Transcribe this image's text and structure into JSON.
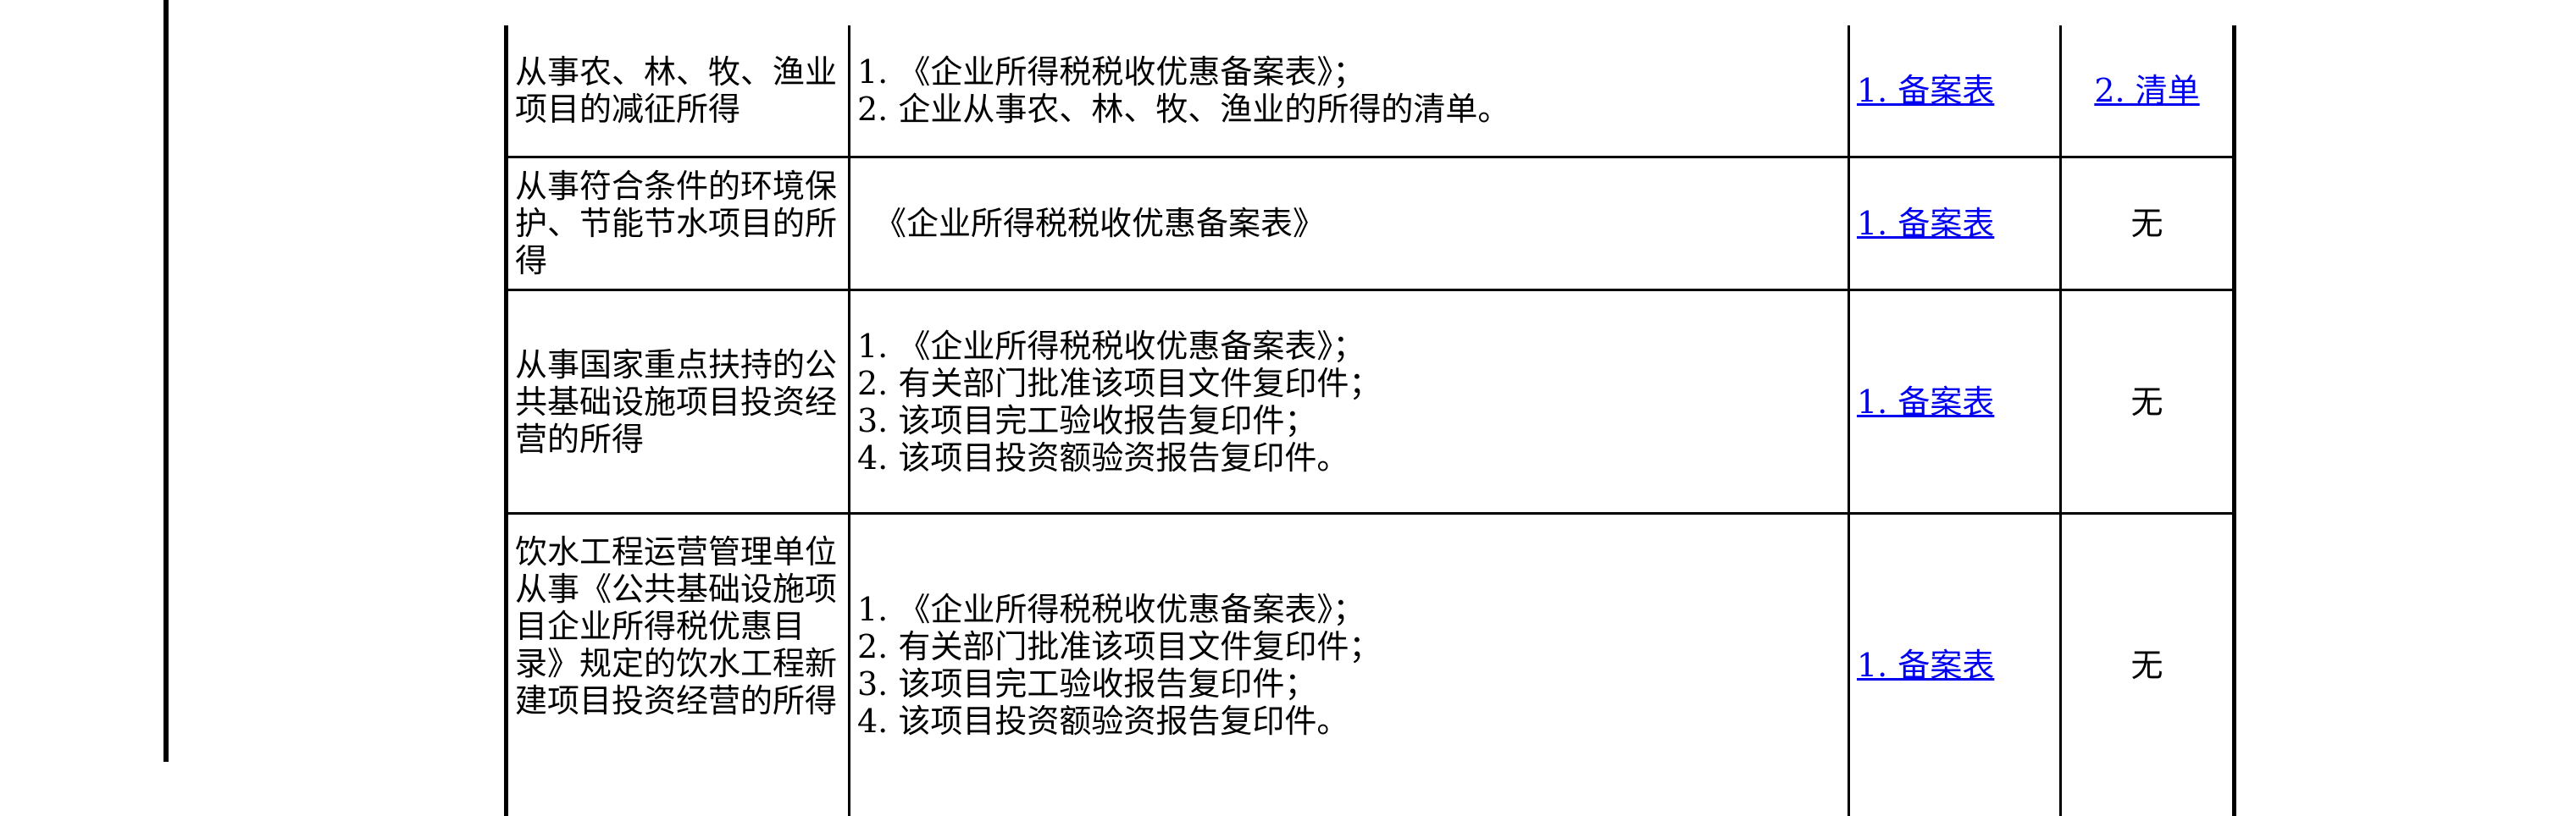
{
  "rows": [
    {
      "item": "从事农、林、牧、渔业项目的减征所得",
      "documents": [
        "1. 《企业所得税税收优惠备案表》；",
        "2. 企业从事农、林、牧、渔业的所得的清单。"
      ],
      "link1": "1. 备案表",
      "link2": "2. 清单"
    },
    {
      "item": "从事符合条件的环境保护、节能节水项目的所得",
      "documents": [
        "《企业所得税税收优惠备案表》"
      ],
      "link1": "1. 备案表",
      "link2": "无"
    },
    {
      "item": "从事国家重点扶持的公共基础设施项目投资经营的所得",
      "documents": [
        "1. 《企业所得税税收优惠备案表》；",
        "2. 有关部门批准该项目文件复印件；",
        "3. 该项目完工验收报告复印件；",
        "4. 该项目投资额验资报告复印件。"
      ],
      "link1": "1. 备案表",
      "link2": "无"
    },
    {
      "item": "饮水工程运营管理单位从事《公共基础设施项目企业所得税优惠目录》规定的饮水工程新建项目投资经营的所得",
      "documents": [
        "1. 《企业所得税税收优惠备案表》；",
        "2. 有关部门批准该项目文件复印件；",
        "3. 该项目完工验收报告复印件；",
        "4. 该项目投资额验资报告复印件。"
      ],
      "link1": "1. 备案表",
      "link2": "无"
    }
  ]
}
